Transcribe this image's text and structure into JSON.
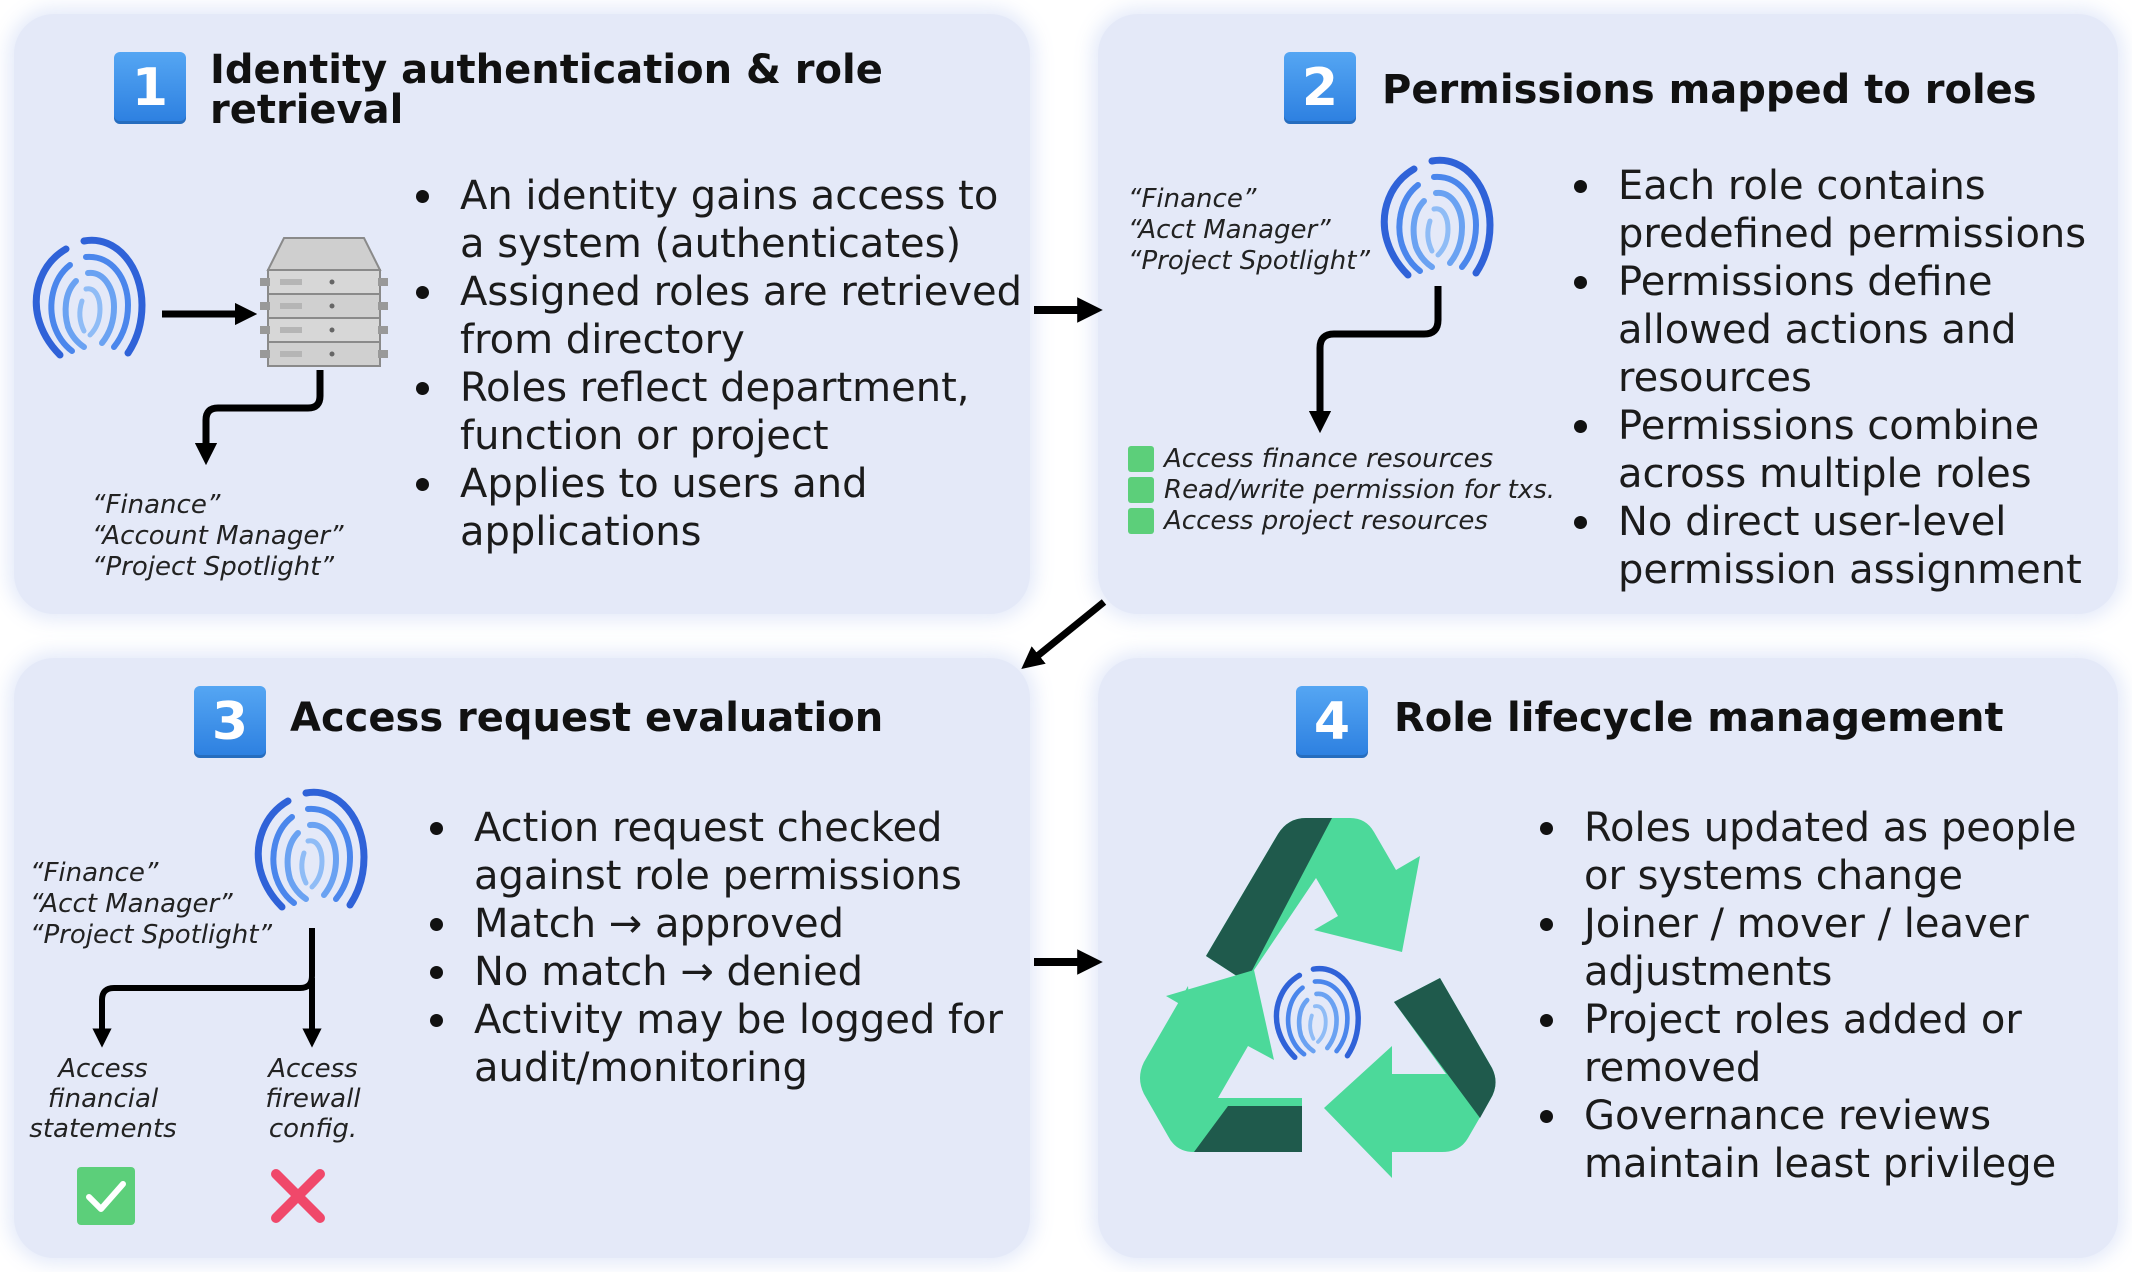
{
  "colors": {
    "panel_bg": "#e4e9f8",
    "badge_blue": "#2c7fe0",
    "fingerprint_blue": "#3a6fe0",
    "recycle_green": "#4cd99a",
    "recycle_dark": "#1f5a4c",
    "approve_green": "#5ccf7a",
    "deny_red": "#f0486a"
  },
  "panels": [
    {
      "number": "1",
      "title_line1": "Identity authentication & role",
      "title_line2": "retrieval",
      "roles": [
        "“Finance”",
        "“Account Manager”",
        "“Project Spotlight”"
      ],
      "bullets": [
        [
          "An identity gains access to",
          "a system (authenticates)"
        ],
        [
          "Assigned roles are retrieved",
          "from directory"
        ],
        [
          "Roles reflect department,",
          "function or project"
        ],
        [
          "Applies to users and",
          "applications"
        ]
      ],
      "icons": [
        "fingerprint-icon",
        "server-icon"
      ]
    },
    {
      "number": "2",
      "title": "Permissions mapped to roles",
      "roles": [
        "“Finance”",
        "“Acct Manager”",
        "“Project Spotlight”"
      ],
      "permissions": [
        "Access finance resources",
        "Read/write permission for txs.",
        "Access project resources"
      ],
      "bullets": [
        [
          "Each role contains",
          "predefined permissions"
        ],
        [
          "Permissions define",
          "allowed actions and",
          "resources"
        ],
        [
          "Permissions combine",
          "across multiple roles"
        ],
        [
          "No direct user-level",
          "permission assignment"
        ]
      ],
      "icons": [
        "fingerprint-icon",
        "checkbox-icon"
      ]
    },
    {
      "number": "3",
      "title": "Access request evaluation",
      "roles": [
        "“Finance”",
        "“Acct Manager”",
        "“Project Spotlight”"
      ],
      "outcomes": [
        {
          "lines": [
            "Access",
            "financial",
            "statements"
          ],
          "result": "approved",
          "icon": "check-icon"
        },
        {
          "lines": [
            "Access",
            "firewall",
            "config."
          ],
          "result": "denied",
          "icon": "cross-icon"
        }
      ],
      "bullets": [
        [
          "Action request checked",
          "against role permissions"
        ],
        [
          "Match → approved"
        ],
        [
          "No match → denied"
        ],
        [
          "Activity may be logged for",
          "audit/monitoring"
        ]
      ]
    },
    {
      "number": "4",
      "title": "Role lifecycle management",
      "bullets": [
        [
          "Roles updated as people",
          "or systems change"
        ],
        [
          "Joiner / mover / leaver",
          "adjustments"
        ],
        [
          "Project roles added or",
          "removed"
        ],
        [
          "Governance reviews",
          "maintain least privilege"
        ]
      ],
      "icons": [
        "recycle-icon",
        "fingerprint-icon"
      ]
    }
  ],
  "flow_arrows": [
    "1→2",
    "2→3",
    "3→4"
  ]
}
